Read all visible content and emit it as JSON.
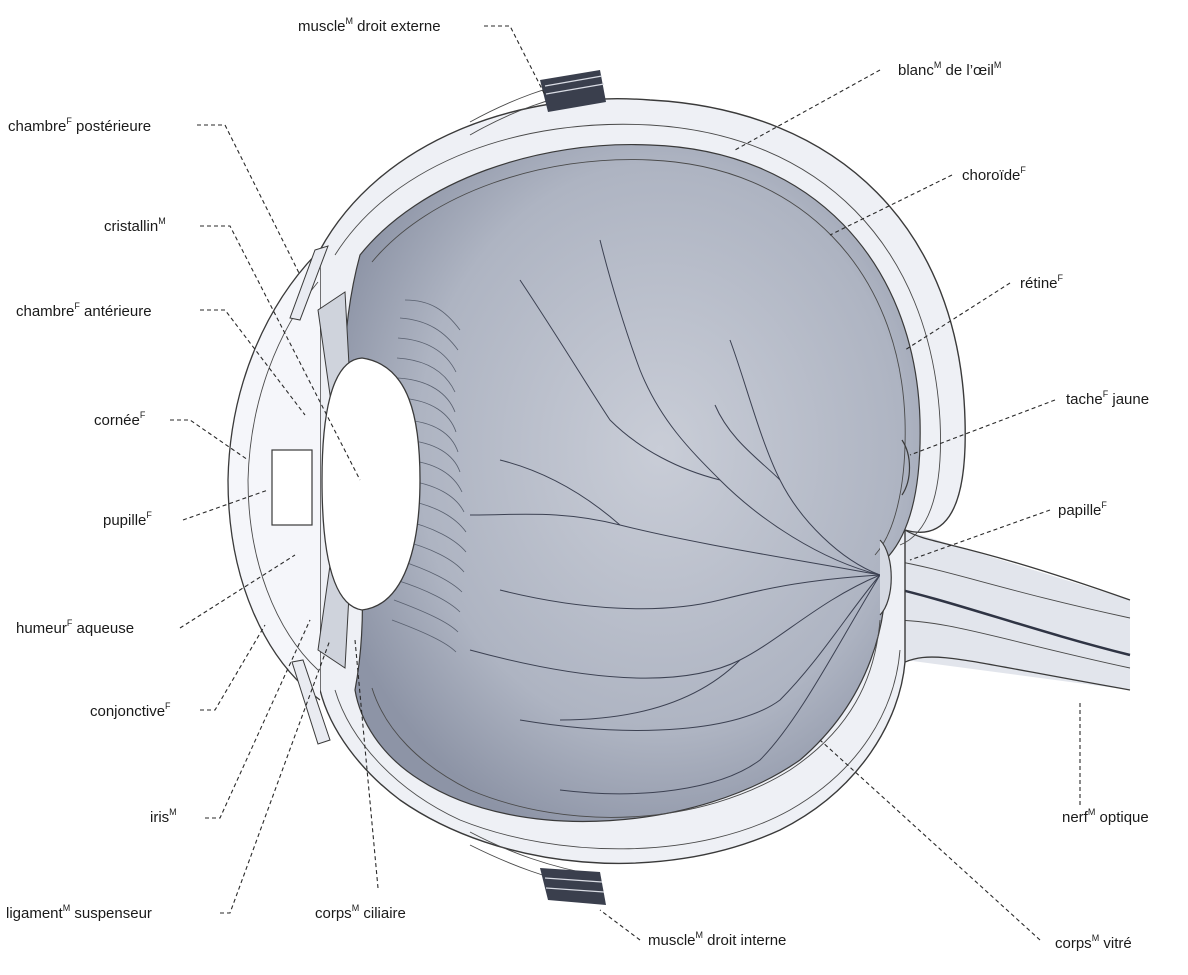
{
  "labels": {
    "muscle_droit_externe": {
      "name": "muscle",
      "sup": "M",
      "rest": " droit externe"
    },
    "blanc_oeil": {
      "name": "blanc",
      "sup": "M",
      "rest": " de l’œil",
      "sup2": "M"
    },
    "chambre_posterieure": {
      "name": "chambre",
      "sup": "F",
      "rest": " postérieure"
    },
    "choroide": {
      "name": "choroïde",
      "sup": "F",
      "rest": ""
    },
    "cristallin": {
      "name": "cristallin",
      "sup": "M",
      "rest": ""
    },
    "retine": {
      "name": "rétine",
      "sup": "F",
      "rest": ""
    },
    "chambre_anterieure": {
      "name": "chambre",
      "sup": "F",
      "rest": " antérieure"
    },
    "tache_jaune": {
      "name": "tache",
      "sup": "F",
      "rest": " jaune"
    },
    "cornee": {
      "name": "cornée",
      "sup": "F",
      "rest": ""
    },
    "papille": {
      "name": "papille",
      "sup": "F",
      "rest": ""
    },
    "pupille": {
      "name": "pupille",
      "sup": "F",
      "rest": ""
    },
    "humeur_aqueuse": {
      "name": "humeur",
      "sup": "F",
      "rest": " aqueuse"
    },
    "conjonctive": {
      "name": "conjonctive",
      "sup": "F",
      "rest": ""
    },
    "nerf_optique": {
      "name": "nerf",
      "sup": "M",
      "rest": " optique"
    },
    "iris": {
      "name": "iris",
      "sup": "M",
      "rest": ""
    },
    "ligament_suspenseur": {
      "name": "ligament",
      "sup": "M",
      "rest": " suspenseur"
    },
    "corps_ciliaire": {
      "name": "corps",
      "sup": "M",
      "rest": " ciliaire"
    },
    "muscle_droit_interne": {
      "name": "muscle",
      "sup": "M",
      "rest": " droit interne"
    },
    "corps_vitre": {
      "name": "corps",
      "sup": "M",
      "rest": " vitré"
    }
  },
  "colors": {
    "background": "#ffffff",
    "sclera": "#eceef4",
    "vitreous": "#b8bdca",
    "lines": "#2a2a2a"
  }
}
